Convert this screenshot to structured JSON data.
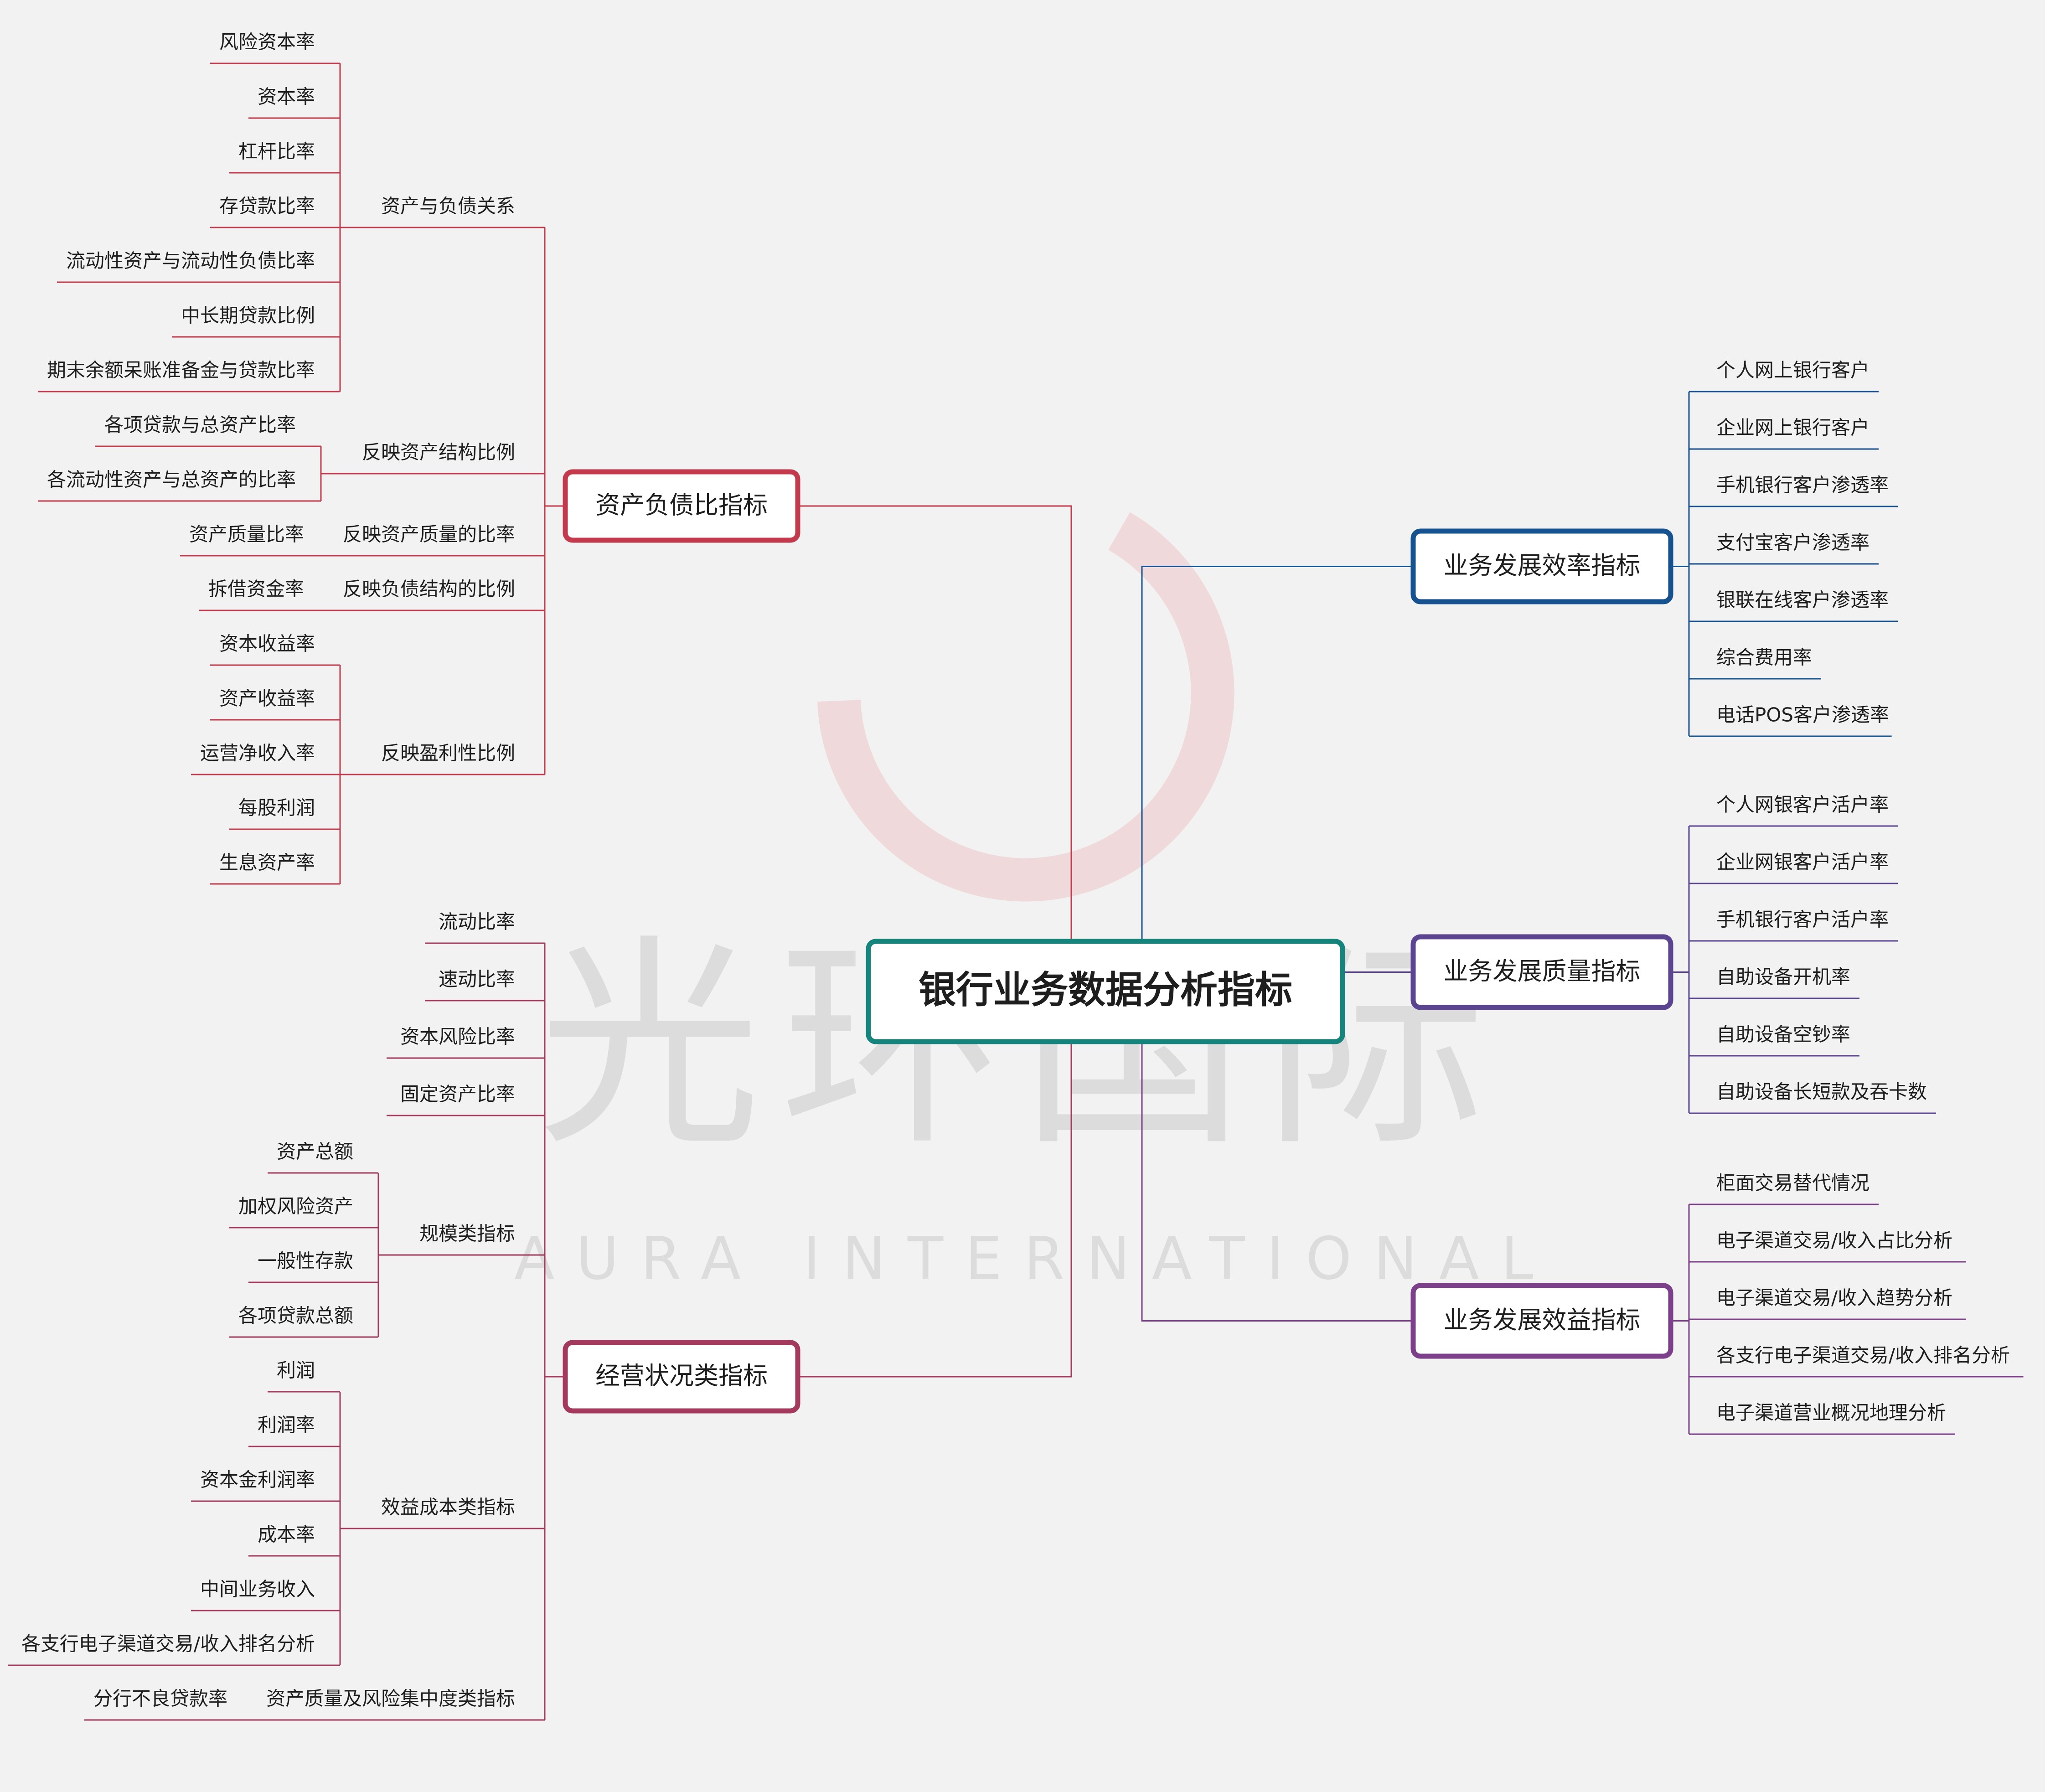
{
  "title": "银行业务数据分析指标",
  "watermark": {
    "cn": "光环国际",
    "en": "AURA INTERNATIONAL"
  },
  "colors": {
    "background": "#f2f2f2",
    "central": "#14847c",
    "asset": "#c23a4b",
    "operation": "#a33a5e",
    "efficiency": "#15528f",
    "quality": "#5b4490",
    "benefit": "#7c3f8a",
    "text": "#1e1e1e",
    "watermark_text": "#dcdcdc",
    "watermark_ring": "#ecc8cc"
  },
  "left": [
    {
      "label": "资产负债比指标",
      "color": "asset",
      "groups": [
        {
          "label": "资产与负债关系",
          "items": [
            "风险资本率",
            "资本率",
            "杠杆比率",
            "存贷款比率",
            "流动性资产与流动性负债比率",
            "中长期贷款比例",
            "期末余额呆账准备金与贷款比率"
          ]
        },
        {
          "label": "反映资产结构比例",
          "items": [
            "各项贷款与总资产比率",
            "各流动性资产与总资产的比率"
          ]
        },
        {
          "label": "反映资产质量的比率",
          "items": [
            "资产质量比率"
          ]
        },
        {
          "label": "反映负债结构的比例",
          "items": [
            "拆借资金率"
          ]
        },
        {
          "label": "反映盈利性比例",
          "items": [
            "资本收益率",
            "资产收益率",
            "运营净收入率",
            "每股利润",
            "生息资产率"
          ]
        }
      ]
    },
    {
      "label": "经营状况类指标",
      "color": "operation",
      "groups": [
        {
          "label": "流动比率",
          "items": []
        },
        {
          "label": "速动比率",
          "items": []
        },
        {
          "label": "资本风险比率",
          "items": []
        },
        {
          "label": "固定资产比率",
          "items": []
        },
        {
          "label": "规模类指标",
          "items": [
            "资产总额",
            "加权风险资产",
            "一般性存款",
            "各项贷款总额"
          ]
        },
        {
          "label": "效益成本类指标",
          "items": [
            "利润",
            "利润率",
            "资本金利润率",
            "成本率",
            "中间业务收入",
            "各支行电子渠道交易/收入排名分析"
          ]
        },
        {
          "label": "资产质量及风险集中度类指标",
          "items": [
            "分行不良贷款率"
          ]
        }
      ]
    }
  ],
  "right": [
    {
      "label": "业务发展效率指标",
      "color": "efficiency",
      "items": [
        "个人网上银行客户",
        "企业网上银行客户",
        "手机银行客户渗透率",
        "支付宝客户渗透率",
        "银联在线客户渗透率",
        "综合费用率",
        "电话POS客户渗透率"
      ]
    },
    {
      "label": "业务发展质量指标",
      "color": "quality",
      "items": [
        "个人网银客户活户率",
        "企业网银客户活户率",
        "手机银行客户活户率",
        "自助设备开机率",
        "自助设备空钞率",
        "自助设备长短款及吞卡数"
      ]
    },
    {
      "label": "业务发展效益指标",
      "color": "benefit",
      "items": [
        "柜面交易替代情况",
        "电子渠道交易/收入占比分析",
        "电子渠道交易/收入趋势分析",
        "各支行电子渠道交易/收入排名分析",
        "电子渠道营业概况地理分析"
      ]
    }
  ]
}
